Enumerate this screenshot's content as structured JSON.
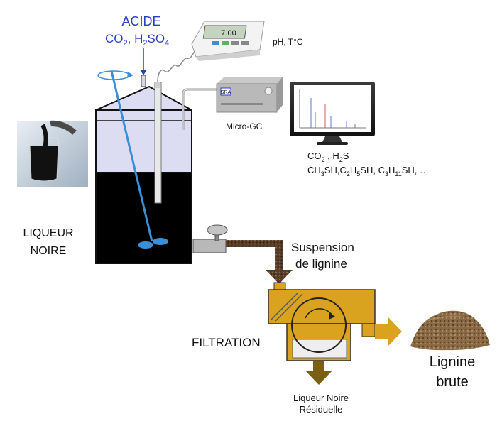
{
  "labels": {
    "acid_title": "ACIDE",
    "acid_co2": "CO",
    "acid_sep": ", H",
    "acid_so": "SO",
    "sub2": "2",
    "sub4": "4",
    "ph_temp": "pH, T°C",
    "micro_gc": "Micro-GC",
    "gas_line1_co": "CO",
    "gas_line1_rest": " , H",
    "gas_line1_s": "S",
    "gas_line2_ch": "CH",
    "gas_line2_sh1": "SH,C",
    "gas_line2_h": "H",
    "gas_line2_sh2": "SH, C",
    "gas_line2_h2": "H",
    "gas_line2_end": "SH, …",
    "sub3": "3",
    "sub5": "5",
    "sub11": "11",
    "liqueur_1": "LIQUEUR",
    "liqueur_2": "NOIRE",
    "suspension_1": "Suspension",
    "suspension_2": "de lignine",
    "filtration": "FILTRATION",
    "lignine_1": "Lignine",
    "lignine_2": "brute",
    "residual_1": "Liqueur Noire",
    "residual_2": "Résiduelle",
    "ph_display": "7.00",
    "gc_brand": "SRA"
  },
  "colors": {
    "acid_blue": "#2b3fc4",
    "reactor_top": "#dcdcf2",
    "black_liquor": "#000000",
    "filter_gold": "#d9a21f",
    "arrow_gold": "#d9a21f",
    "arrow_dark": "#7a5f12",
    "stirrer_blue": "#3a8fd6",
    "lignin_brown": "#8a6a45",
    "suspension_dark": "#4a3222"
  },
  "icons": {
    "stirrer": "rotation-arrow-icon",
    "filter_drum": "rotary-drum-icon"
  }
}
